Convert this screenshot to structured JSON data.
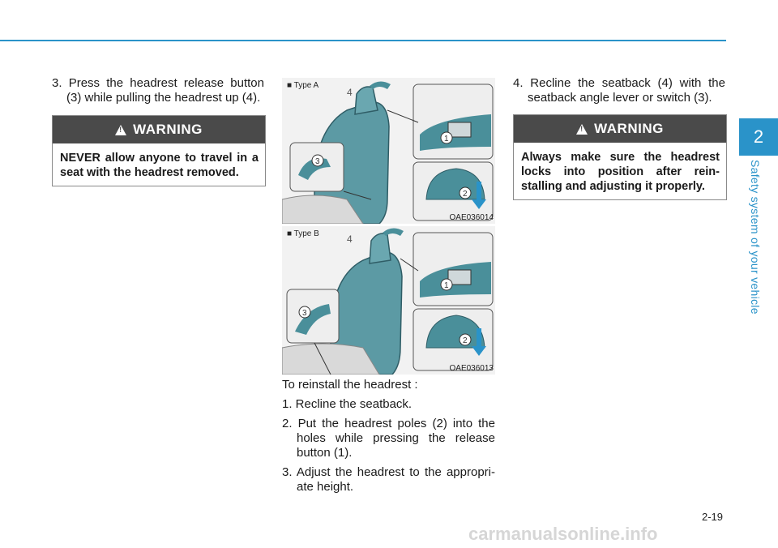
{
  "section": {
    "number": "2",
    "title": "Safety system of your vehicle"
  },
  "left": {
    "step3": "3. Press the headrest release button (3) while pulling the headrest up (4).",
    "warning_title": "WARNING",
    "warning_text": "NEVER allow anyone to travel in a seat with the headrest removed."
  },
  "figures": [
    {
      "type_label": "■ Type A",
      "code": "OAE036014"
    },
    {
      "type_label": "■ Type B",
      "code": "OAE036013"
    }
  ],
  "middle": {
    "intro": "To reinstall the headrest :",
    "steps": [
      "1. Recline the seatback.",
      "2. Put the headrest poles (2) into the holes while pressing the release button (1).",
      "3. Adjust the headrest to the appropri-ate height."
    ]
  },
  "right": {
    "step4": "4. Recline the seatback (4) with the seatback angle lever or switch (3).",
    "warning_title": "WARNING",
    "warning_text": "Always make sure the headrest locks into position after rein-stalling and adjusting it properly."
  },
  "footer": {
    "page_number": "2-19",
    "watermark": "carmanualsonline.info"
  },
  "colors": {
    "accent": "#2a93c9",
    "warning_header": "#4a4a4a",
    "seat_teal": "#4a8f9a"
  }
}
